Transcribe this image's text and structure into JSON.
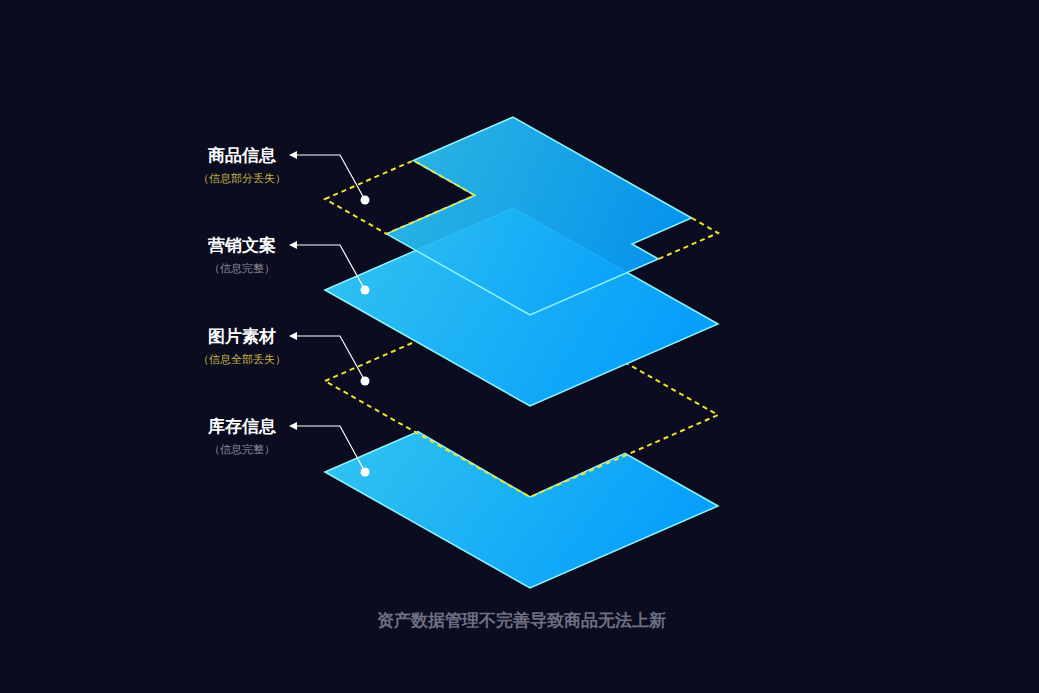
{
  "diagram": {
    "caption": "资产数据管理不完善导致商品无法上新",
    "labels": [
      "商品信息",
      "（信息部分丢失）",
      "营销文案",
      "（信息完整）",
      "图片素材",
      "（信息全部丢失）",
      "库存信息",
      "（信息完整）"
    ]
  }
}
